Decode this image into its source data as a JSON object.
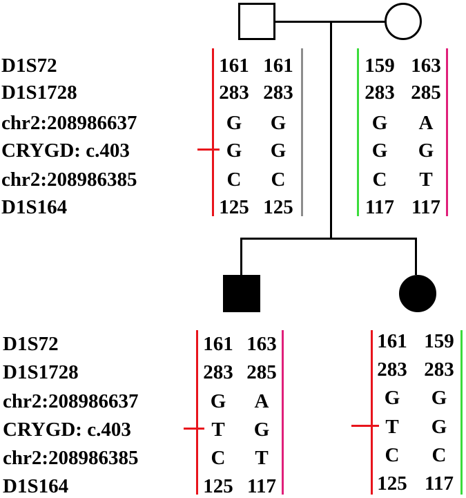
{
  "colors": {
    "line": "#000000",
    "maternal_marker": "#e8141c",
    "paternal_gray": "#8c8c8c",
    "magenta": "#e0207a",
    "green": "#3cdc3c",
    "affected_fill": "#000000",
    "unaffected_fill": "#ffffff"
  },
  "pedigree": {
    "father": {
      "shape": "square",
      "affected": false
    },
    "mother": {
      "shape": "circle",
      "affected": false
    },
    "son": {
      "shape": "square",
      "affected": true
    },
    "daughter": {
      "shape": "circle",
      "affected": true
    }
  },
  "top_markers": [
    "D1S72",
    "D1S1728",
    "chr2:208986637",
    "CRYGD: c.403",
    "chr2:208986385",
    "D1S164"
  ],
  "bottom_markers": [
    "D1S72",
    "D1S1728",
    "chr2:208986637",
    "CRYGD: c.403",
    "chr2:208986385",
    "D1S164"
  ],
  "haplotypes": {
    "father": {
      "left": [
        "161",
        "283",
        "G",
        "G",
        "C",
        "125"
      ],
      "right": [
        "161",
        "283",
        "G",
        "G",
        "C",
        "125"
      ]
    },
    "mother": {
      "left": [
        "159",
        "283",
        "G",
        "G",
        "C",
        "117"
      ],
      "right": [
        "163",
        "285",
        "A",
        "G",
        "T",
        "117"
      ]
    },
    "son": {
      "left": [
        "161",
        "283",
        "G",
        "T",
        "C",
        "125"
      ],
      "right": [
        "163",
        "285",
        "A",
        "G",
        "T",
        "117"
      ]
    },
    "daughter": {
      "left": [
        "161",
        "283",
        "G",
        "T",
        "C",
        "125"
      ],
      "right": [
        "159",
        "283",
        "G",
        "G",
        "C",
        "117"
      ]
    }
  }
}
